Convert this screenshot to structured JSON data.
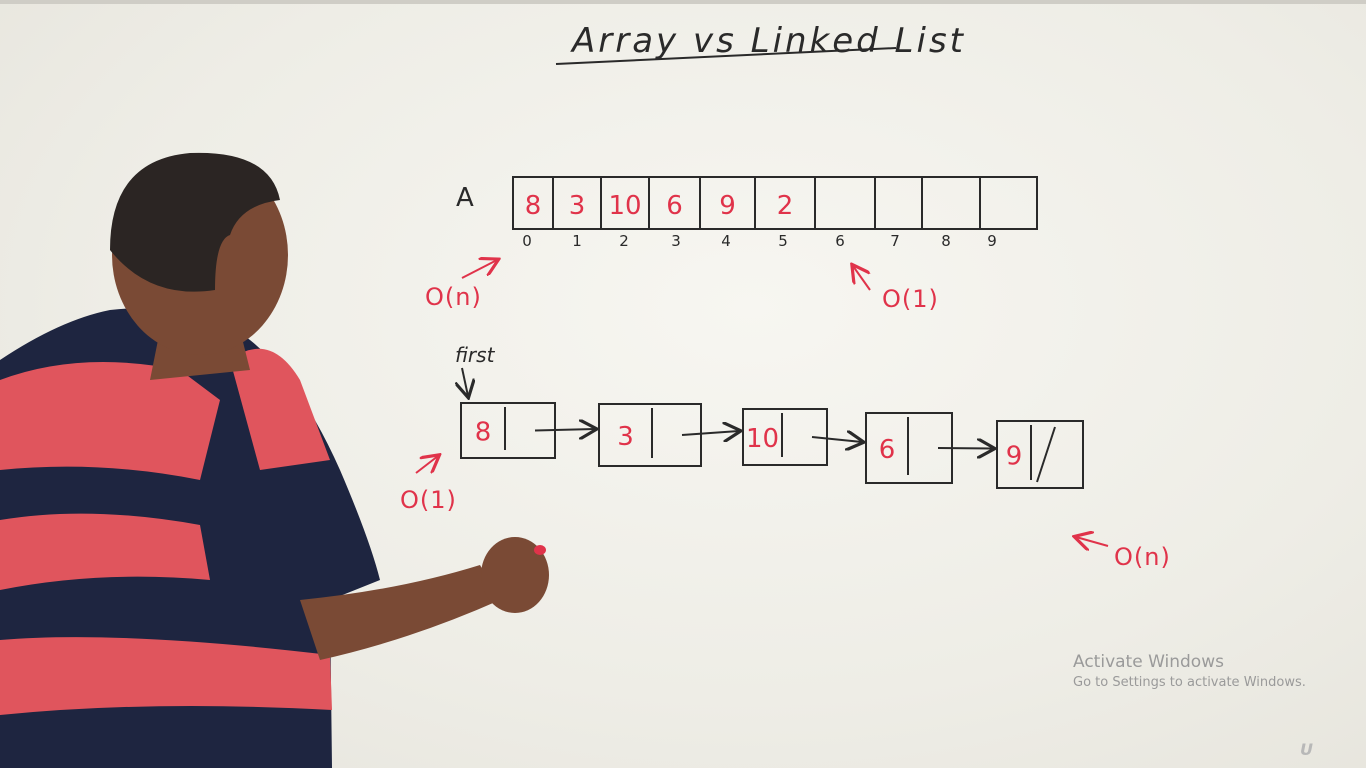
{
  "title": "Array vs Linked List",
  "array": {
    "label": "A",
    "cells": [
      "8",
      "3",
      "10",
      "6",
      "9",
      "2",
      "",
      "",
      "",
      ""
    ],
    "indices": [
      "0",
      "1",
      "2",
      "3",
      "4",
      "5",
      "6",
      "7",
      "8",
      "9"
    ],
    "front_complexity": "O(n)",
    "end_complexity": "O(1)"
  },
  "linked_list": {
    "head_label": "first",
    "nodes": [
      "8",
      "3",
      "10",
      "6",
      "9"
    ],
    "front_complexity": "O(1)",
    "end_complexity": "O(n)"
  },
  "watermark": {
    "title": "Activate Windows",
    "subtitle": "Go to Settings to activate Windows."
  },
  "logo": {
    "text": "U"
  },
  "colors": {
    "ink_black": "#2a2a2a",
    "ink_red": "#e0334a",
    "board": "#f1f0ea"
  }
}
